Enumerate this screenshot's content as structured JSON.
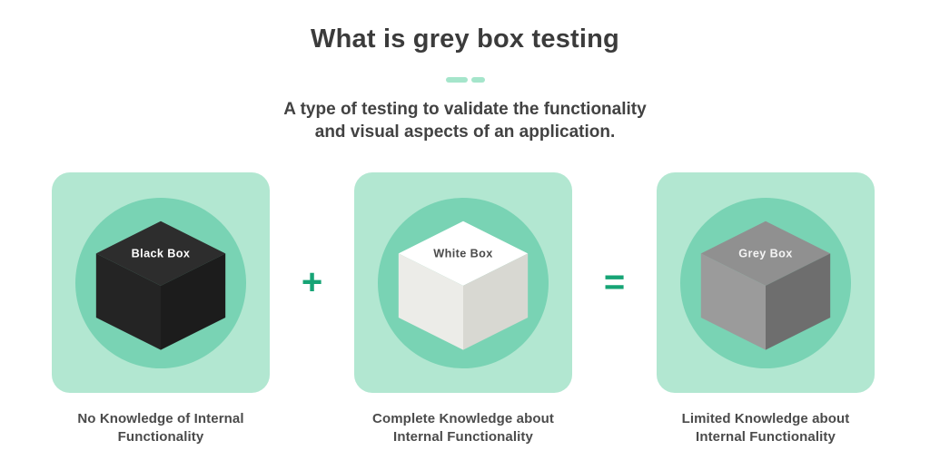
{
  "header": {
    "title": "What is grey box testing",
    "subtitle_line1": "A type of testing to validate the functionality",
    "subtitle_line2": "and visual aspects of an application."
  },
  "operators": {
    "plus": "+",
    "equals": "="
  },
  "colors": {
    "panel_bg": "#b2e7d1",
    "circle_bg": "#79d3b4",
    "accent_green": "#16a475",
    "divider_mint": "#a5e5cb",
    "title_color": "#3b3b3b",
    "subtitle_color": "#424242",
    "caption_color": "#4b4b4b"
  },
  "boxes": [
    {
      "label": "Black Box",
      "label_color": "#ffffff",
      "caption_line1": "No Knowledge of Internal",
      "caption_line2": "Functionality",
      "cube_colors": {
        "top": "#2d2d2d",
        "left": "#242424",
        "right": "#1c1c1c"
      }
    },
    {
      "label": "White Box",
      "label_color": "#4a4a4a",
      "caption_line1": "Complete Knowledge about",
      "caption_line2": "Internal Functionality",
      "cube_colors": {
        "top": "#ffffff",
        "left": "#ecece8",
        "right": "#d8d8d2"
      }
    },
    {
      "label": "Grey Box",
      "label_color": "#f4f4f4",
      "caption_line1": "Limited Knowledge about",
      "caption_line2": "Internal Functionality",
      "cube_colors": {
        "top": "#909090",
        "left": "#9b9b9b",
        "right": "#6e6e6e"
      }
    }
  ]
}
